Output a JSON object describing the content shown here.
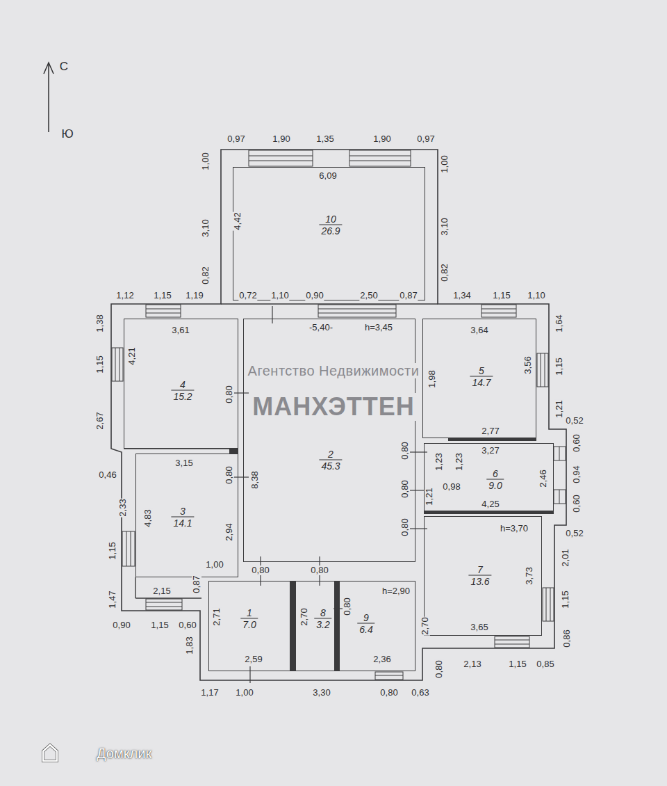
{
  "diagram": {
    "nodes": [
      {
        "text": [
          "10",
          "26.9"
        ]
      },
      {
        "text": [
          "4",
          "15.2"
        ]
      },
      {
        "text": [
          "2",
          "45.3"
        ]
      },
      {
        "text": [
          "5",
          "14.7"
        ]
      },
      {
        "text": [
          "6",
          "9.0"
        ]
      },
      {
        "text": [
          "3",
          "14.1"
        ]
      },
      {
        "text": [
          "7",
          "13.6"
        ]
      },
      {
        "text": [
          "1",
          "7.0"
        ]
      },
      {
        "text": [
          "8",
          "3.2"
        ]
      },
      {
        "text": [
          "9",
          "6.4"
        ]
      }
    ],
    "labels": [
      "0,97",
      "1,90",
      "1,35",
      "1,90",
      "0,97",
      "1,00",
      "3,10",
      "0,82",
      "1,00",
      "3,10",
      "0,82",
      "6,09",
      "4,42",
      "1,12",
      "1,15",
      "1,19",
      "0,72",
      "1,10",
      "0,90",
      "2,50",
      "0,87",
      "1,34",
      "1,15",
      "1,10",
      "3,61",
      "4,21",
      "0,80",
      "1,38",
      "1,15",
      "2,67",
      "-5,40-",
      "h=3,45",
      "8,38",
      "0,80",
      "0,80",
      "0,80",
      "3,64",
      "1,98",
      "3,56",
      "2,77",
      "1,64",
      "1,15",
      "1,21",
      "0,52",
      "0,60",
      "0,94",
      "0,60",
      "0,52",
      "2,01",
      "1,15",
      "0,86",
      "3,27",
      "1,23",
      "1,23",
      "1,21",
      "0,98",
      "2,46",
      "4,25",
      "h=3,70",
      "3,73",
      "3,65",
      "0,80",
      "2,13",
      "1,15",
      "0,85",
      "3,15",
      "4,83",
      "0,80",
      "2,94",
      "1,00",
      "0,87",
      "2,15",
      "0,46",
      "2,33",
      "1,15",
      "1,47",
      "0,90",
      "1,15",
      "0,60",
      "1,83",
      "0,80",
      "0,80",
      "2,71",
      "2,59",
      "2,70",
      "h=2,90",
      "0,80",
      "2,70",
      "2,36",
      "1,17",
      "1,00",
      "3,30",
      "0,80",
      "0,63",
      "Агентство Недвижимости",
      "МАНХЭТТЕН",
      "С",
      "Ю",
      "Домклик"
    ]
  }
}
